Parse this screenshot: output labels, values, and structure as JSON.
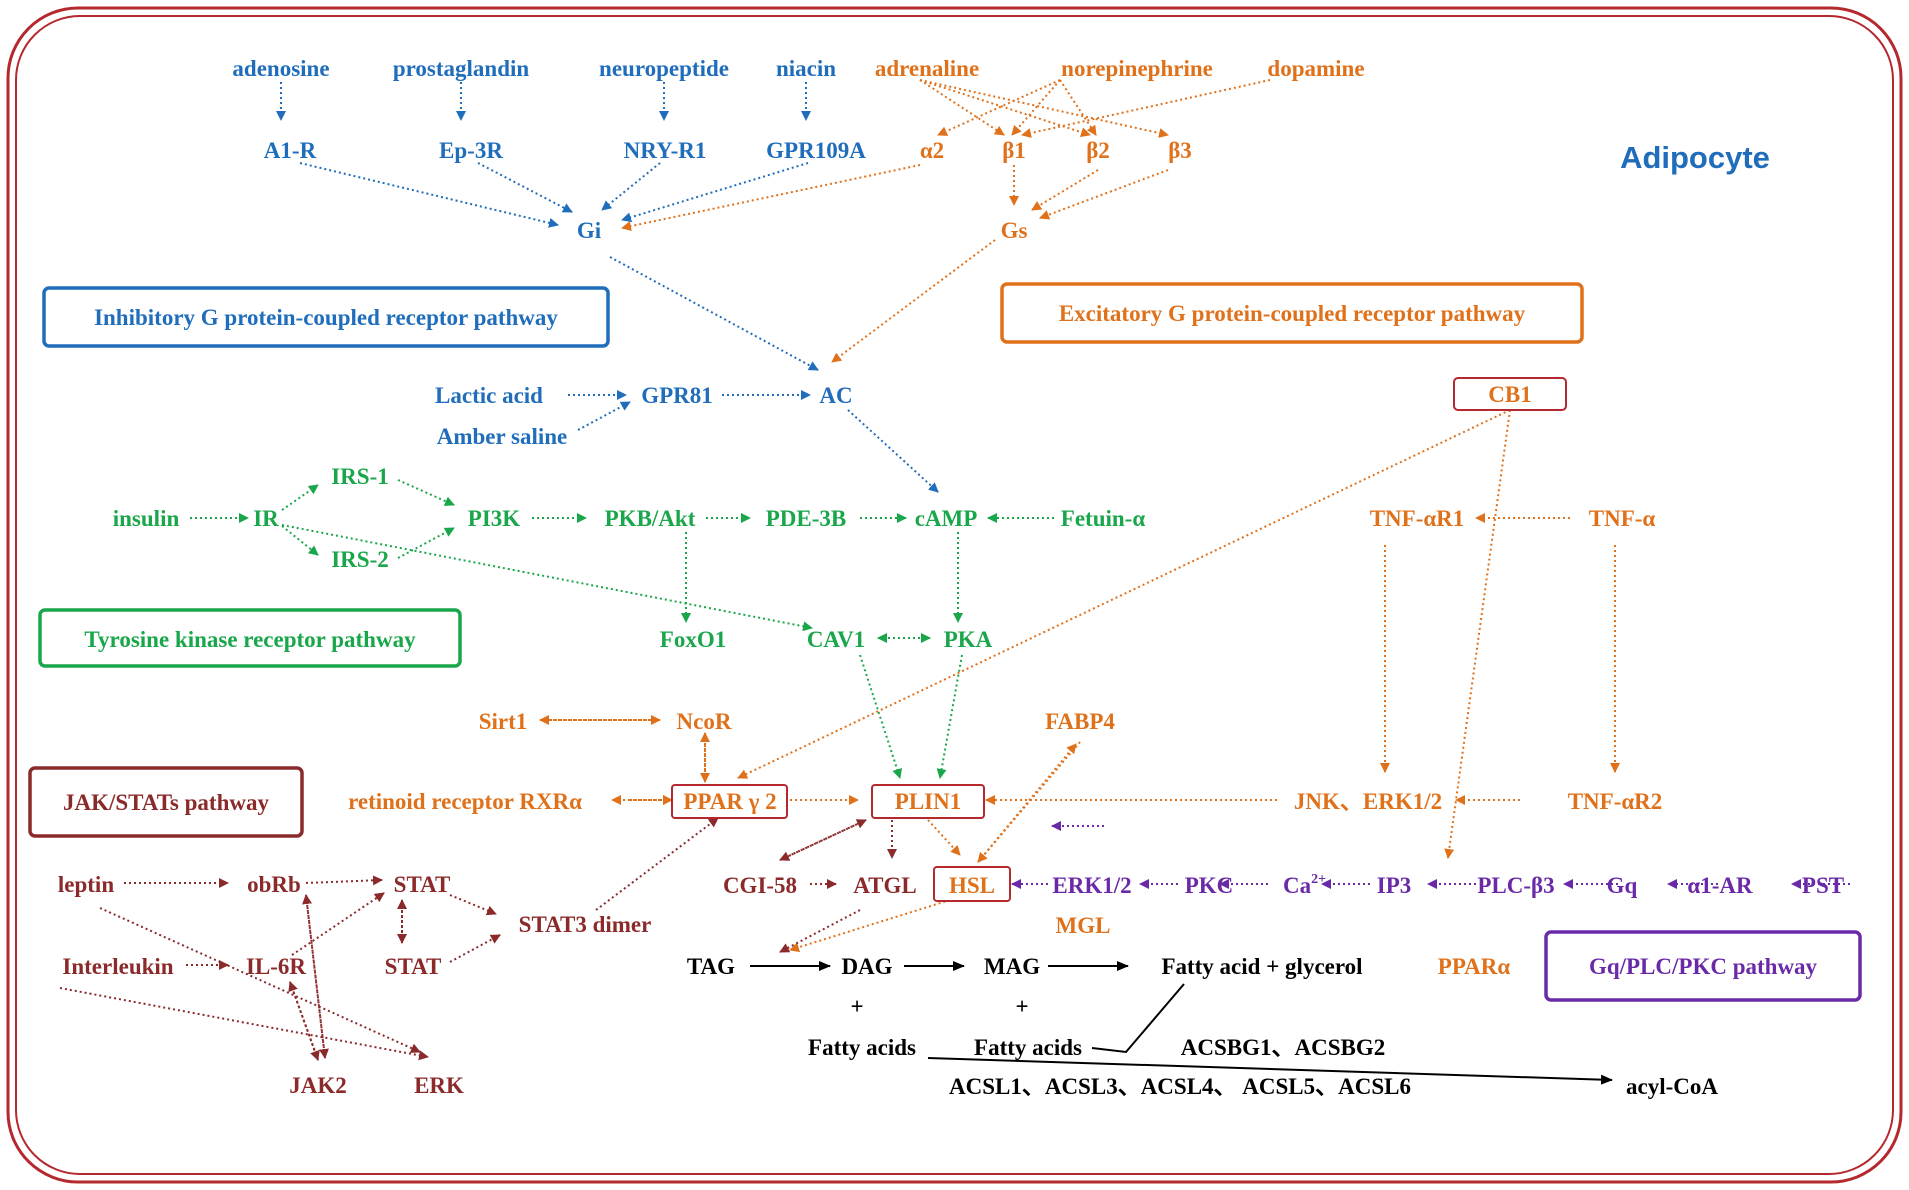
{
  "title": "Adipocyte",
  "colors": {
    "frame": "#b5282e",
    "blue": "#1f6dbb",
    "orange": "#e0711b",
    "green": "#1aa64a",
    "maroon": "#8b2a2a",
    "purple": "#6a2aa8",
    "black": "#000000"
  },
  "pathways": {
    "inhibitory": "Inhibitory G protein-coupled receptor pathway",
    "excitatory": "Excitatory G protein-coupled receptor pathway",
    "tyrosine": "Tyrosine kinase receptor pathway",
    "jak": "JAK/STATs pathway",
    "gq": "Gq/PLC/PKC pathway"
  },
  "nodes": {
    "adenosine": "adenosine",
    "prostaglandin": "prostaglandin",
    "neuropeptide": "neuropeptide",
    "niacin": "niacin",
    "adrenaline": "adrenaline",
    "norepinephrine": "norepinephrine",
    "dopamine": "dopamine",
    "a1r": "A1-R",
    "ep3r": "Ep-3R",
    "nryr1": "NRY-R1",
    "gpr109a": "GPR109A",
    "alpha2": "α2",
    "beta1": "β1",
    "beta2": "β2",
    "beta3": "β3",
    "gi": "Gi",
    "gs": "Gs",
    "lactic": "Lactic acid",
    "amber": "Amber saline",
    "gpr81": "GPR81",
    "ac": "AC",
    "cb1": "CB1",
    "insulin": "insulin",
    "ir": "IR",
    "irs1": "IRS-1",
    "irs2": "IRS-2",
    "pi3k": "PI3K",
    "pkb": "PKB/Akt",
    "pde3b": "PDE-3B",
    "camp": "cAMP",
    "fetuin": "Fetuin-α",
    "tnfar1": "TNF-αR1",
    "tnfa": "TNF-α",
    "foxo1": "FoxO1",
    "cav1": "CAV1",
    "pka": "PKA",
    "sirt1": "Sirt1",
    "ncor": "NcoR",
    "fabp4": "FABP4",
    "rxra": "retinoid receptor RXRα",
    "ppar2": "PPAR γ 2",
    "plin1": "PLIN1",
    "jnk": "JNK、ERK1/2",
    "tnfar2": "TNF-αR2",
    "leptin": "leptin",
    "obrb": "obRb",
    "stat_top": "STAT",
    "stat3dimer": "STAT3 dimer",
    "stat_bot": "STAT",
    "interleukin": "Interleukin",
    "il6r": "IL-6R",
    "jak2": "JAK2",
    "erk": "ERK",
    "cgi58": "CGI-58",
    "atgl": "ATGL",
    "hsl": "HSL",
    "erk12": "ERK1/2",
    "pkc": "PKC",
    "ca": "Ca",
    "ca_sup": "2+",
    "ip3": "IP3",
    "plcb3": "PLC-β3",
    "gq": "Gq",
    "a1ar": "α1-AR",
    "pst": "PST",
    "mgl": "MGL",
    "tag": "TAG",
    "dag": "DAG",
    "mag": "MAG",
    "fa_glycerol": "Fatty acid + glycerol",
    "pparalpha": "PPARα",
    "plus1": "+",
    "plus2": "+",
    "fatty_acids1": "Fatty acids",
    "fatty_acids2": "Fatty acids",
    "acsbg": "ACSBG1、ACSBG2",
    "acsl": "ACSL1、ACSL3、ACSL4、 ACSL5、ACSL6",
    "acylcoa": "acyl-CoA"
  }
}
